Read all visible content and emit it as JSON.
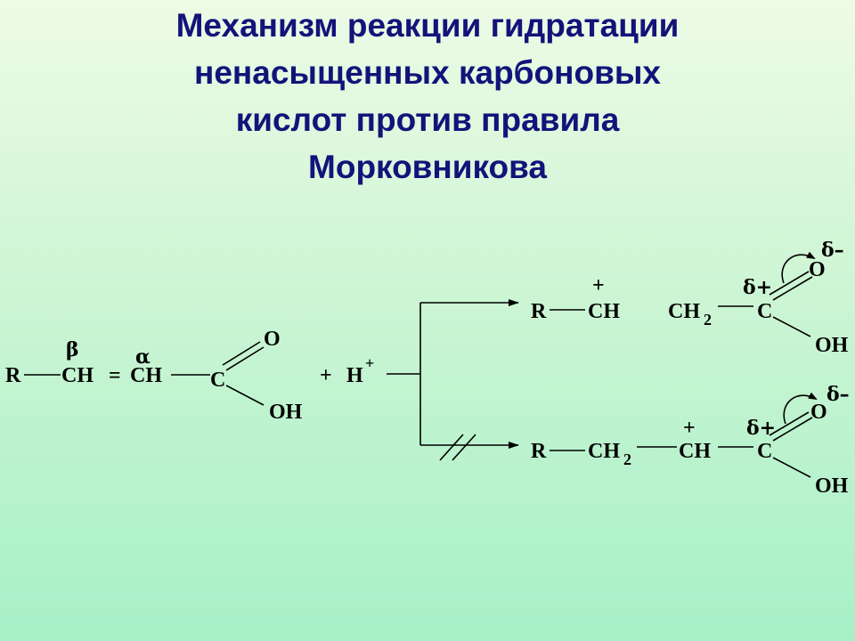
{
  "title": {
    "line1": "Механизм реакции гидратации",
    "line2": "ненасыщенных карбоновых",
    "line3": "кислот против правила",
    "line4": "Морковникова"
  },
  "reactant": {
    "r": "R",
    "ch_beta": "CH",
    "equals": "=",
    "ch_alpha": "CH",
    "beta": "β",
    "alpha": "α",
    "c": "C",
    "o": "O",
    "oh": "OH"
  },
  "reagent": {
    "plus": "+",
    "h": "H",
    "charge": "+"
  },
  "product_top": {
    "r": "R",
    "ch": "CH",
    "ch_charge": "+",
    "ch2": "CH",
    "ch2_sub": "2",
    "c": "C",
    "delta_plus": "δ+",
    "o": "O",
    "delta_minus": "δ–",
    "oh": "OH"
  },
  "product_bottom": {
    "r": "R",
    "ch2": "CH",
    "ch2_sub": "2",
    "ch": "CH",
    "ch_charge": "+",
    "c": "C",
    "delta_plus": "δ+",
    "o": "O",
    "delta_minus": "δ–",
    "oh": "OH"
  }
}
